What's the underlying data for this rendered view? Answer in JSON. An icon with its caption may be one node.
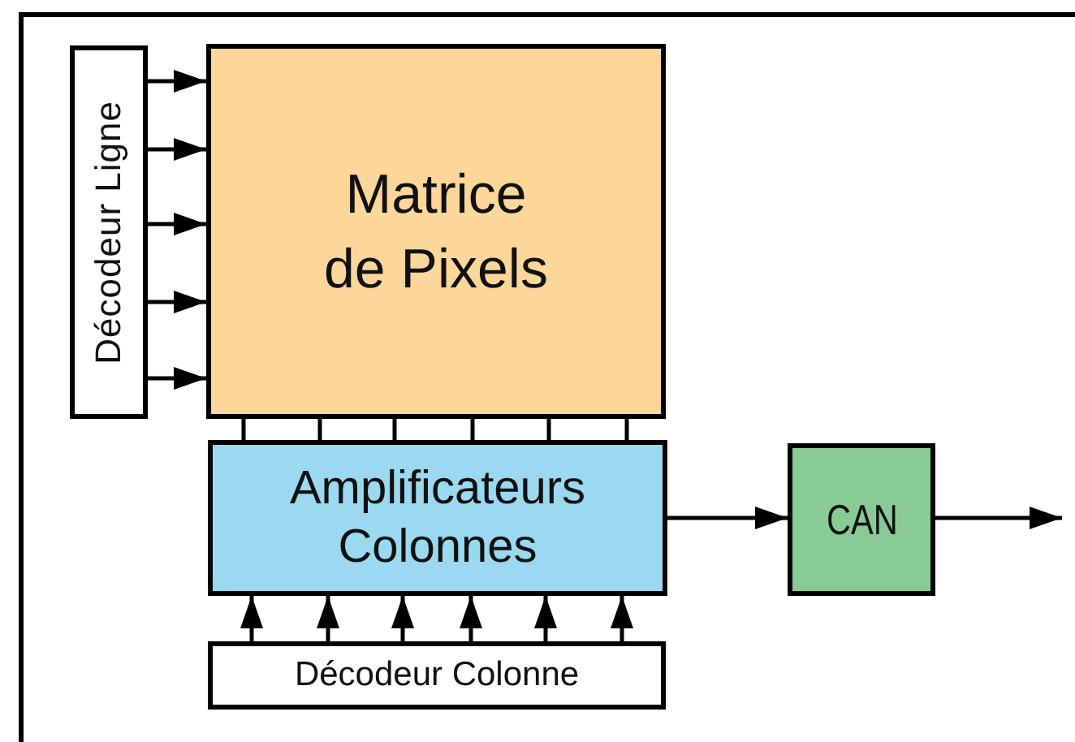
{
  "diagram": {
    "nodes": [
      {
        "text": [
          "Décodeur Ligne"
        ]
      },
      {
        "text": [
          "Matrice de Pixels"
        ]
      },
      {
        "text": [
          "Amplificateurs Colonnes"
        ]
      },
      {
        "text": [
          "Décodeur Colonne"
        ]
      },
      {
        "text": [
          "CAN"
        ]
      }
    ],
    "edges": [
      {
        "from": 0,
        "to": 1,
        "arrow": "to"
      },
      {
        "from": 0,
        "to": 1,
        "arrow": "to"
      },
      {
        "from": 0,
        "to": 1,
        "arrow": "to"
      },
      {
        "from": 0,
        "to": 1,
        "arrow": "to"
      },
      {
        "from": 0,
        "to": 1,
        "arrow": "to"
      },
      {
        "from": 1,
        "to": 2,
        "arrow": "none"
      },
      {
        "from": 1,
        "to": 2,
        "arrow": "none"
      },
      {
        "from": 1,
        "to": 2,
        "arrow": "none"
      },
      {
        "from": 1,
        "to": 2,
        "arrow": "none"
      },
      {
        "from": 1,
        "to": 2,
        "arrow": "none"
      },
      {
        "from": 1,
        "to": 2,
        "arrow": "none"
      },
      {
        "from": 3,
        "to": 2,
        "arrow": "to"
      },
      {
        "from": 3,
        "to": 2,
        "arrow": "to"
      },
      {
        "from": 3,
        "to": 2,
        "arrow": "to"
      },
      {
        "from": 3,
        "to": 2,
        "arrow": "to"
      },
      {
        "from": 3,
        "to": 2,
        "arrow": "to"
      },
      {
        "from": 3,
        "to": 2,
        "arrow": "to"
      },
      {
        "from": 2,
        "to": 4,
        "arrow": "to"
      },
      {
        "from": 4,
        "to": null,
        "arrow": "to"
      }
    ]
  }
}
